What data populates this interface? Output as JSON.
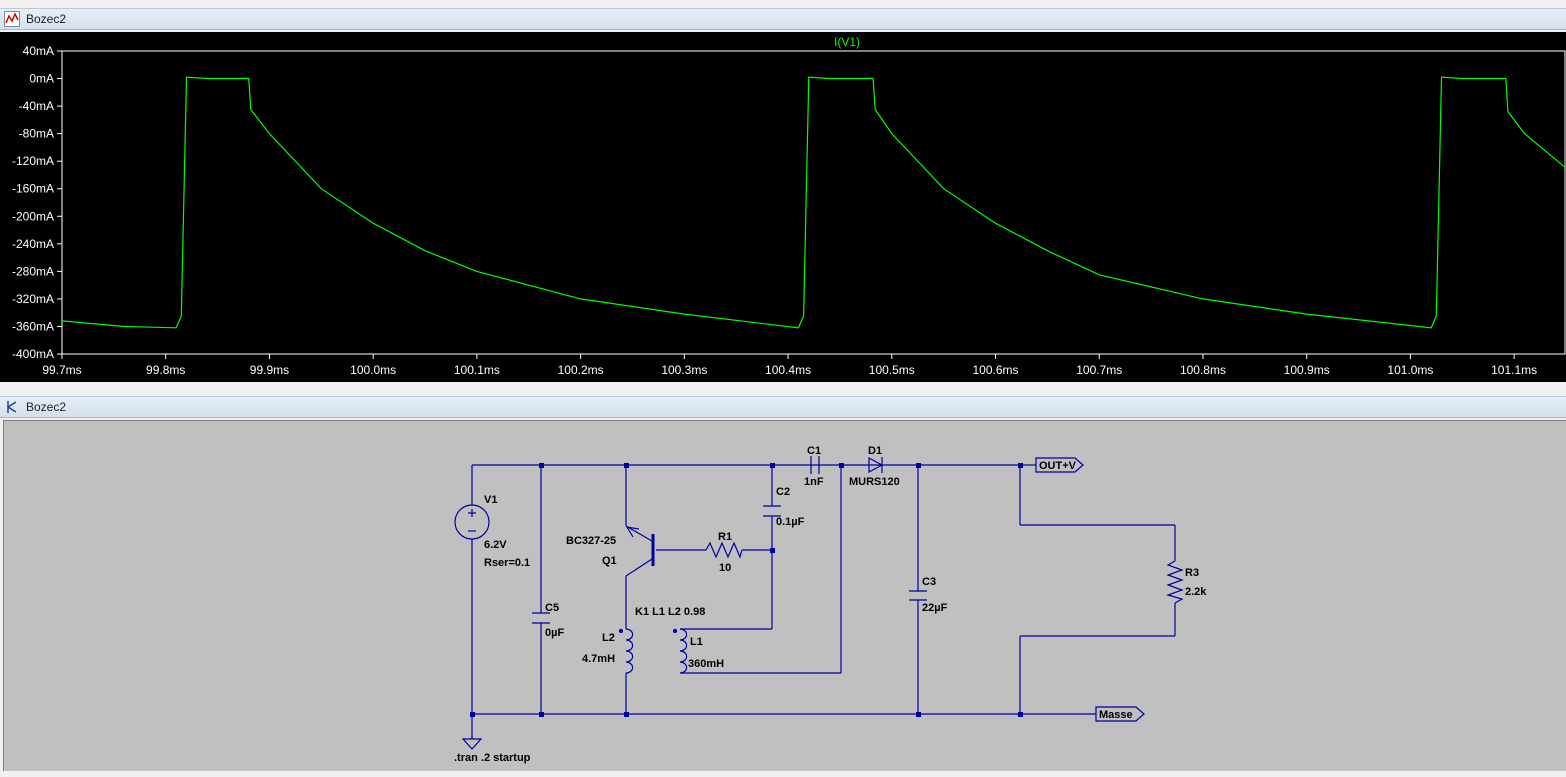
{
  "windows": {
    "plot": {
      "title": "Bozec2",
      "icon": "waveform-icon"
    },
    "schematic": {
      "title": "Bozec2",
      "icon": "schematic-icon"
    }
  },
  "chart_data": {
    "type": "line",
    "title": "I(V1)",
    "xlabel": "",
    "ylabel": "",
    "xlim": [
      99.7,
      101.15
    ],
    "ylim": [
      -400,
      40
    ],
    "x_unit": "ms",
    "y_unit": "mA",
    "xticks": [
      "99.7ms",
      "99.8ms",
      "99.9ms",
      "100.0ms",
      "100.1ms",
      "100.2ms",
      "100.3ms",
      "100.4ms",
      "100.5ms",
      "100.6ms",
      "100.7ms",
      "100.8ms",
      "100.9ms",
      "101.0ms",
      "101.1ms"
    ],
    "yticks": [
      "40mA",
      "0mA",
      "-40mA",
      "-80mA",
      "-120mA",
      "-160mA",
      "-200mA",
      "-240mA",
      "-280mA",
      "-320mA",
      "-360mA",
      "-400mA"
    ],
    "series": [
      {
        "name": "I(V1)",
        "color": "#00ff00",
        "x": [
          99.7,
          99.76,
          99.81,
          99.815,
          99.82,
          99.84,
          99.88,
          99.882,
          99.9,
          99.95,
          100.0,
          100.05,
          100.1,
          100.2,
          100.3,
          100.41,
          100.415,
          100.42,
          100.44,
          100.482,
          100.484,
          100.5,
          100.55,
          100.6,
          100.65,
          100.7,
          100.8,
          100.9,
          101.02,
          101.025,
          101.03,
          101.05,
          101.092,
          101.094,
          101.11,
          101.15
        ],
        "y": [
          -352,
          -360,
          -362,
          -345,
          2,
          0,
          0,
          -45,
          -80,
          -160,
          -210,
          -250,
          -280,
          -320,
          -342,
          -362,
          -345,
          2,
          0,
          0,
          -45,
          -80,
          -160,
          -210,
          -250,
          -285,
          -320,
          -342,
          -362,
          -345,
          2,
          0,
          0,
          -48,
          -80,
          -130
        ]
      }
    ],
    "grid": false,
    "legend": "none"
  },
  "schematic": {
    "components": {
      "V1": {
        "name": "V1",
        "value": "6.2V",
        "extra": "Rser=0.1"
      },
      "C5": {
        "name": "C5",
        "value": "0µF"
      },
      "Q1": {
        "name": "Q1",
        "model": "BC327-25"
      },
      "R1": {
        "name": "R1",
        "value": "10"
      },
      "C2": {
        "name": "C2",
        "value": "0.1µF"
      },
      "C1": {
        "name": "C1",
        "value": "1nF"
      },
      "D1": {
        "name": "D1",
        "model": "MURS120"
      },
      "L2": {
        "name": "L2",
        "value": "4.7mH"
      },
      "L1": {
        "name": "L1",
        "value": "360mH"
      },
      "C3": {
        "name": "C3",
        "value": "22µF"
      },
      "R3": {
        "name": "R3",
        "value": "2.2k"
      }
    },
    "coupling": "K1 L1 L2  0.98",
    "labels": {
      "out": "OUT+V",
      "gnd": "Masse"
    },
    "directive": ".tran .2 startup"
  }
}
